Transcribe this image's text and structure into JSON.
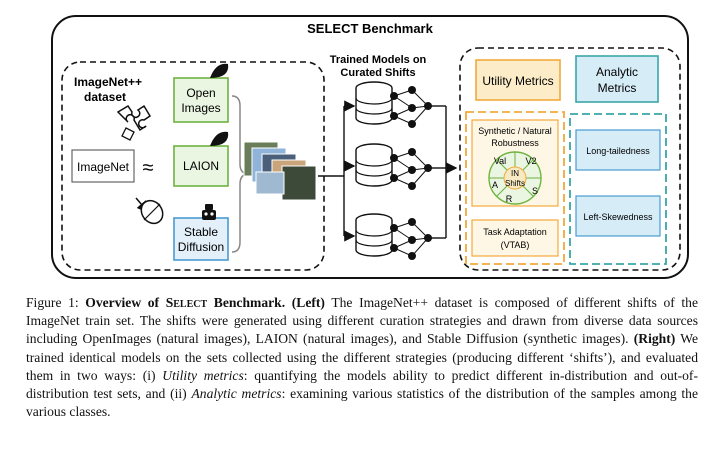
{
  "figure": {
    "title": "SELECT Benchmark",
    "dataset_label_1": "ImageNet++",
    "dataset_label_2": "dataset",
    "source_label": "ImageNet",
    "approx_symbol": "≈",
    "sources": [
      "Open",
      "Images",
      "LAION",
      "Stable",
      "Diffusion"
    ],
    "models_label_1": "Trained Models on",
    "models_label_2": "Curated Shifts",
    "utility_title": "Utility Metrics",
    "analytic_title_1": "Analytic",
    "analytic_title_2": "Metrics",
    "robustness_1": "Synthetic / Natural",
    "robustness_2": "Robustness",
    "wheel": {
      "center_1": "IN",
      "center_2": "Shifts",
      "val": "Val",
      "v2": "V2",
      "a": "A",
      "s": "S",
      "r": "R"
    },
    "task_1": "Task Adaptation",
    "task_2": "(VTAB)",
    "analytic_items": [
      "Long-tailedness",
      "Left-Skewedness"
    ],
    "colors": {
      "green": "#6db33f",
      "blue": "#4a9bd1",
      "orange": "#f2a93b",
      "teal": "#3aa6a8"
    }
  },
  "caption": {
    "fig_label": "Figure 1:",
    "bold_title_1": "Overview of",
    "bold_title_sc": "Select",
    "bold_title_2": "Benchmark.",
    "left": "(Left)",
    "text_1": "The ImageNet++ dataset is composed of different shifts of the ImageNet train set. The shifts were generated using different curation strategies and drawn from diverse data sources including OpenImages (natural images), LAION (natural images), and Stable Diffusion (synthetic images).",
    "right": "(Right)",
    "text_2": "We trained identical models on the sets collected using the different strategies (producing different ‘shifts’), and evaluated them in two ways: (i)",
    "utility_italic": "Utility metrics",
    "text_3": ": quantifying the models ability to predict different in-distribution and out-of-distribution test sets, and (ii)",
    "analytic_italic": "Analytic metrics",
    "text_4": ": examining various statistics of the distribution of the samples among the various classes."
  }
}
